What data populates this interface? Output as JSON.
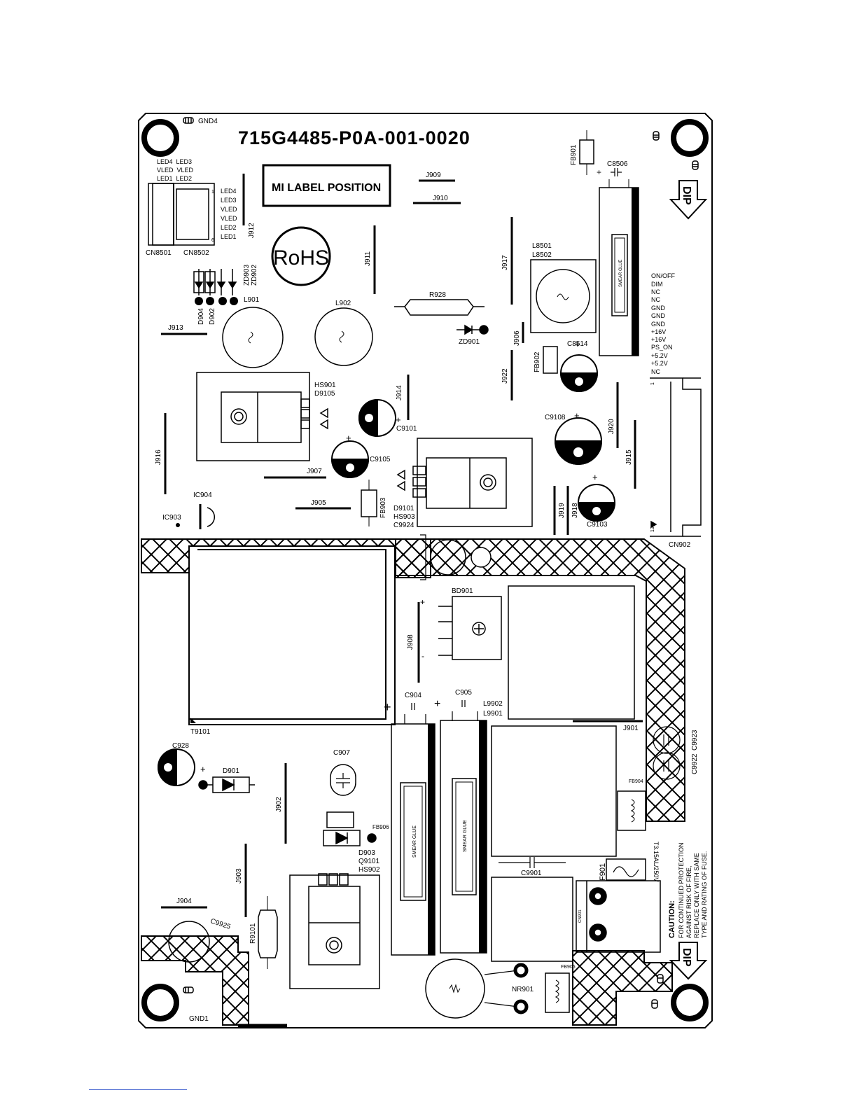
{
  "board": {
    "part_number": "715G4485-P0A-001-0020",
    "mi_label": "MI LABEL POSITION",
    "rohs": "RoHS",
    "dip": "DIP",
    "smear_glue": "SMEAR GLUE",
    "fuse_rating": "T3.15AL/250V",
    "caution": {
      "title": "CAUTION:",
      "line1": "FOR CONTINUED PROTECTION",
      "line2": "AGAINST RISK OF FIRE,",
      "line3": "REPLACE ONLY WITH SAME",
      "line4": "TYPE AND RATING OF FUSE."
    },
    "led_connector": {
      "top_a": "LED4  LED3",
      "top_b": "VLED  VLED",
      "top_c": "LED1  LED2",
      "pins": [
        "LED4",
        "LED3",
        "VLED",
        "VLED",
        "LED2",
        "LED1"
      ],
      "pin_first": "1",
      "pin_last": "6"
    },
    "cn902_pins": [
      "ON/OFF",
      "DIM",
      "NC",
      "NC",
      "GND",
      "GND",
      "GND",
      "+16V",
      "+16V",
      "PS_ON",
      "+5.2V",
      "+5.2V",
      "NC"
    ],
    "cn902_pin_first": "1",
    "cn902_pin_last": "13",
    "labels": {
      "gnd4": "GND4",
      "gnd1": "GND1",
      "cn8501": "CN8501",
      "cn8502": "CN8502",
      "cn902": "CN902",
      "j909": "J909",
      "j910": "J910",
      "j911": "J911",
      "j912": "J912",
      "j913": "J913",
      "j914": "J914",
      "j915": "J915",
      "j916": "J916",
      "j917": "J917",
      "j918": "J918",
      "j919": "J919",
      "j920": "J920",
      "j922": "J922",
      "j906": "J906",
      "j907": "J907",
      "j905": "J905",
      "j908": "J908",
      "j901": "J901",
      "j902": "J902",
      "j903": "J903",
      "j904": "J904",
      "fb901": "FB901",
      "fb902": "FB902",
      "fb903": "FB903",
      "fb904": "FB904",
      "fb905": "FB905",
      "fb906": "FB906",
      "c8506": "C8506",
      "c8514": "C8514",
      "c9101": "C9101",
      "c9105": "C9105",
      "c9108": "C9108",
      "c9103": "C9103",
      "c904": "C904",
      "c905": "C905",
      "c907": "C907",
      "c928": "C928",
      "c9925": "C9925",
      "c9901": "C9901",
      "c9922": "C9922",
      "c9923": "C9923",
      "c9924": "C9924",
      "l8501": "L8501",
      "l8502": "L8502",
      "l901": "L901",
      "l902": "L902",
      "l9901": "L9901",
      "l9902": "L9902",
      "r928": "R928",
      "r9101": "R9101",
      "zd901": "ZD901",
      "zd902": "ZD902",
      "zd903": "ZD903",
      "d904": "D904",
      "d902": "D902",
      "d901": "D901",
      "d903": "D903",
      "hs901": "HS901",
      "d9105": "D9105",
      "d9101": "D9101",
      "hs903": "HS903",
      "q9101": "Q9101",
      "hs902": "HS902",
      "ic903": "IC903",
      "ic904": "IC904",
      "t9101": "T9101",
      "bd901": "BD901",
      "nr901": "NR901",
      "f901": "F901",
      "cn901": "CN901"
    }
  }
}
